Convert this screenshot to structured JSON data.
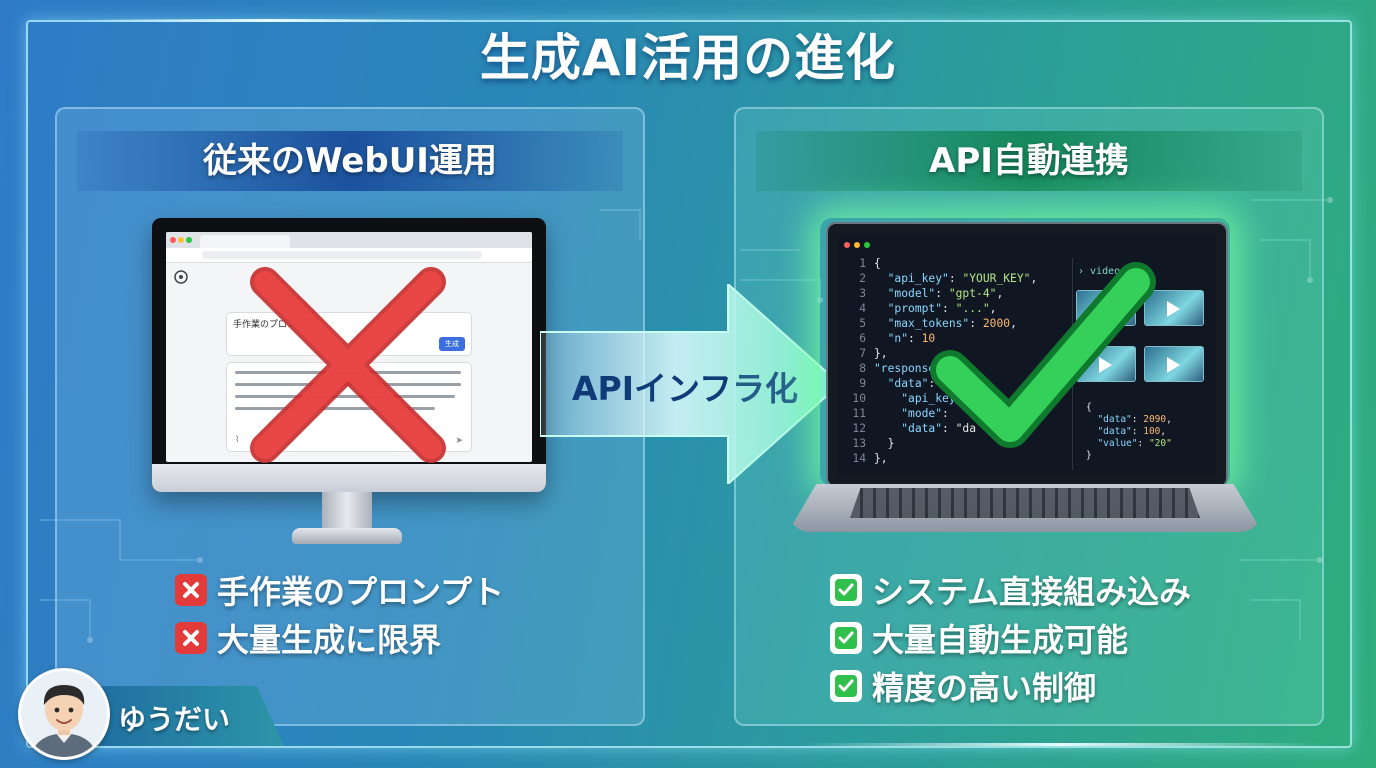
{
  "title": "生成AI活用の進化",
  "left_panel": {
    "heading": "従来のWebUI運用",
    "browser": {
      "prompt_placeholder": "手作業のプロンプト",
      "generate_button": "生成"
    },
    "points": [
      {
        "text": "手作業のプロンプト",
        "icon": "cross-mark-icon"
      },
      {
        "text": "大量生成に限界",
        "icon": "cross-mark-icon"
      }
    ]
  },
  "arrow": {
    "label": "APIインフラ化"
  },
  "right_panel": {
    "heading": "API自動連携",
    "editor": {
      "side_tab": "› video",
      "lines": [
        {
          "no": "1",
          "code": "{"
        },
        {
          "no": "2",
          "code": "  \"api_key\": \"YOUR_KEY\","
        },
        {
          "no": "3",
          "code": "  \"model\": \"gpt-4\","
        },
        {
          "no": "4",
          "code": "  \"prompt\": \"...\","
        },
        {
          "no": "5",
          "code": "  \"max_tokens\": 2000,"
        },
        {
          "no": "6",
          "code": "  \"n\": 10"
        },
        {
          "no": "7",
          "code": "},"
        },
        {
          "no": "8",
          "code": "\"response\": {"
        },
        {
          "no": "9",
          "code": "  \"data\": ["
        },
        {
          "no": "10",
          "code": "    \"api_key\":"
        },
        {
          "no": "11",
          "code": "    \"mode\":"
        },
        {
          "no": "12",
          "code": "    \"data\": \"da"
        },
        {
          "no": "13",
          "code": "  }"
        },
        {
          "no": "14",
          "code": "},"
        }
      ],
      "side_json": [
        "{",
        "  \"data\": 2090,",
        "  \"data\": 100,",
        "  \"value\": \"20\"",
        "}"
      ]
    },
    "points": [
      {
        "text": "システム直接組み込み",
        "icon": "check-mark-icon"
      },
      {
        "text": "大量自動生成可能",
        "icon": "check-mark-icon"
      },
      {
        "text": "精度の高い制御",
        "icon": "check-mark-icon"
      }
    ]
  },
  "author": {
    "name": "ゆうだい"
  },
  "colors": {
    "cross": "#e33a3a",
    "check": "#2fbf4a",
    "left_head": "#1a4c94",
    "right_head": "#0f8a52",
    "arrow": "#7ff0c0"
  }
}
